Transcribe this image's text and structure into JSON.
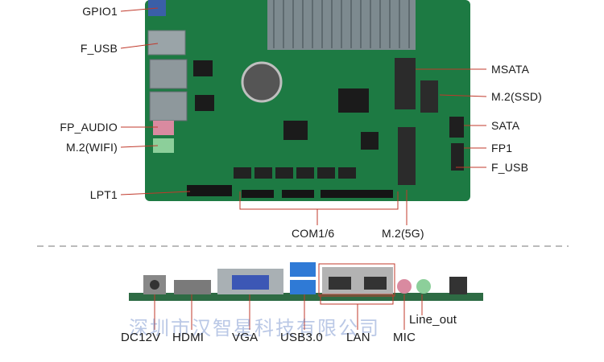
{
  "labels_left": {
    "gpio1": "GPIO1",
    "f_usb": "F_USB",
    "fp_audio": "FP_AUDIO",
    "m2_wifi": "M.2(WIFI)",
    "lpt1": "LPT1"
  },
  "labels_right": {
    "msata": "MSATA",
    "m2_ssd": "M.2(SSD)",
    "sata": "SATA",
    "fp1": "FP1",
    "f_usb": "F_USB"
  },
  "labels_bottom_top": {
    "com16": "COM1/6",
    "m2_5g": "M.2(5G)"
  },
  "io_labels": {
    "dc12v": "DC12V",
    "hdmi": "HDMI",
    "vga": "VGA",
    "usb30": "USB3.0",
    "lan": "LAN",
    "mic": "MIC",
    "line_out": "Line_out"
  },
  "watermark": "深圳市汉智星科技有限公司",
  "colors": {
    "pcb": "#1d7a43",
    "leader": "#c0392b",
    "label": "#1a1a1a"
  }
}
